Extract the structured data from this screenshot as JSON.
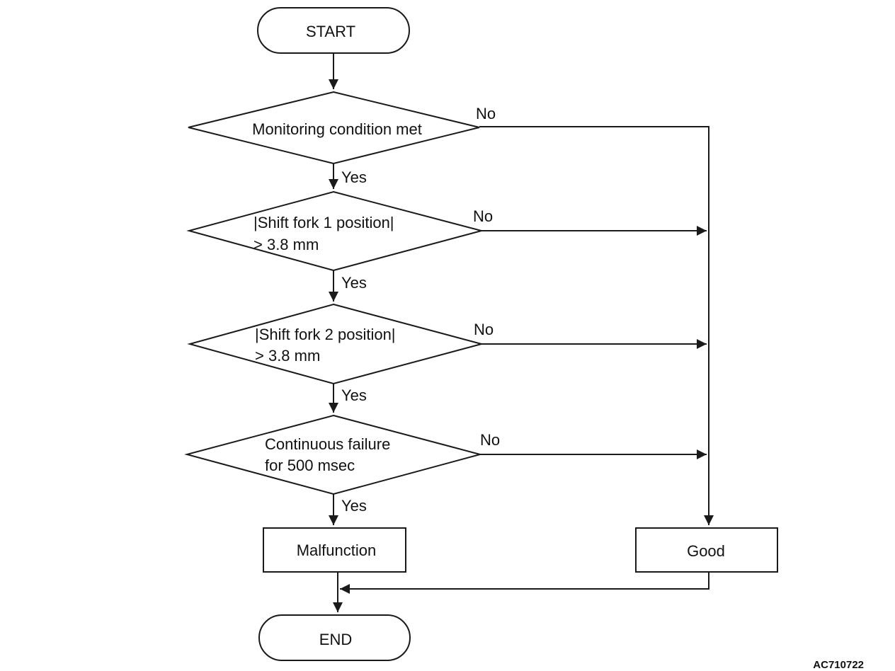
{
  "nodes": {
    "start": "START",
    "d1": "Monitoring condition met",
    "d2_line1": "|Shift fork 1 position|",
    "d2_line2": "> 3.8 mm",
    "d3_line1": "|Shift fork 2 position|",
    "d3_line2": "> 3.8 mm",
    "d4_line1": "Continuous failure",
    "d4_line2": "for 500 msec",
    "malfunction": "Malfunction",
    "good": "Good",
    "end": "END"
  },
  "edges": {
    "yes": "Yes",
    "no": "No"
  },
  "figure_code": "AC710722",
  "colors": {
    "stroke": "#1a1a1a",
    "background": "#ffffff"
  }
}
